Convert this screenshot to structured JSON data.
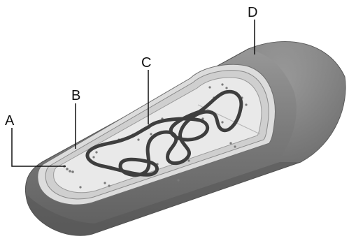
{
  "diagram": {
    "labels": [
      {
        "id": "A",
        "text": "A"
      },
      {
        "id": "B",
        "text": "B"
      },
      {
        "id": "C",
        "text": "C"
      },
      {
        "id": "D",
        "text": "D"
      }
    ]
  }
}
